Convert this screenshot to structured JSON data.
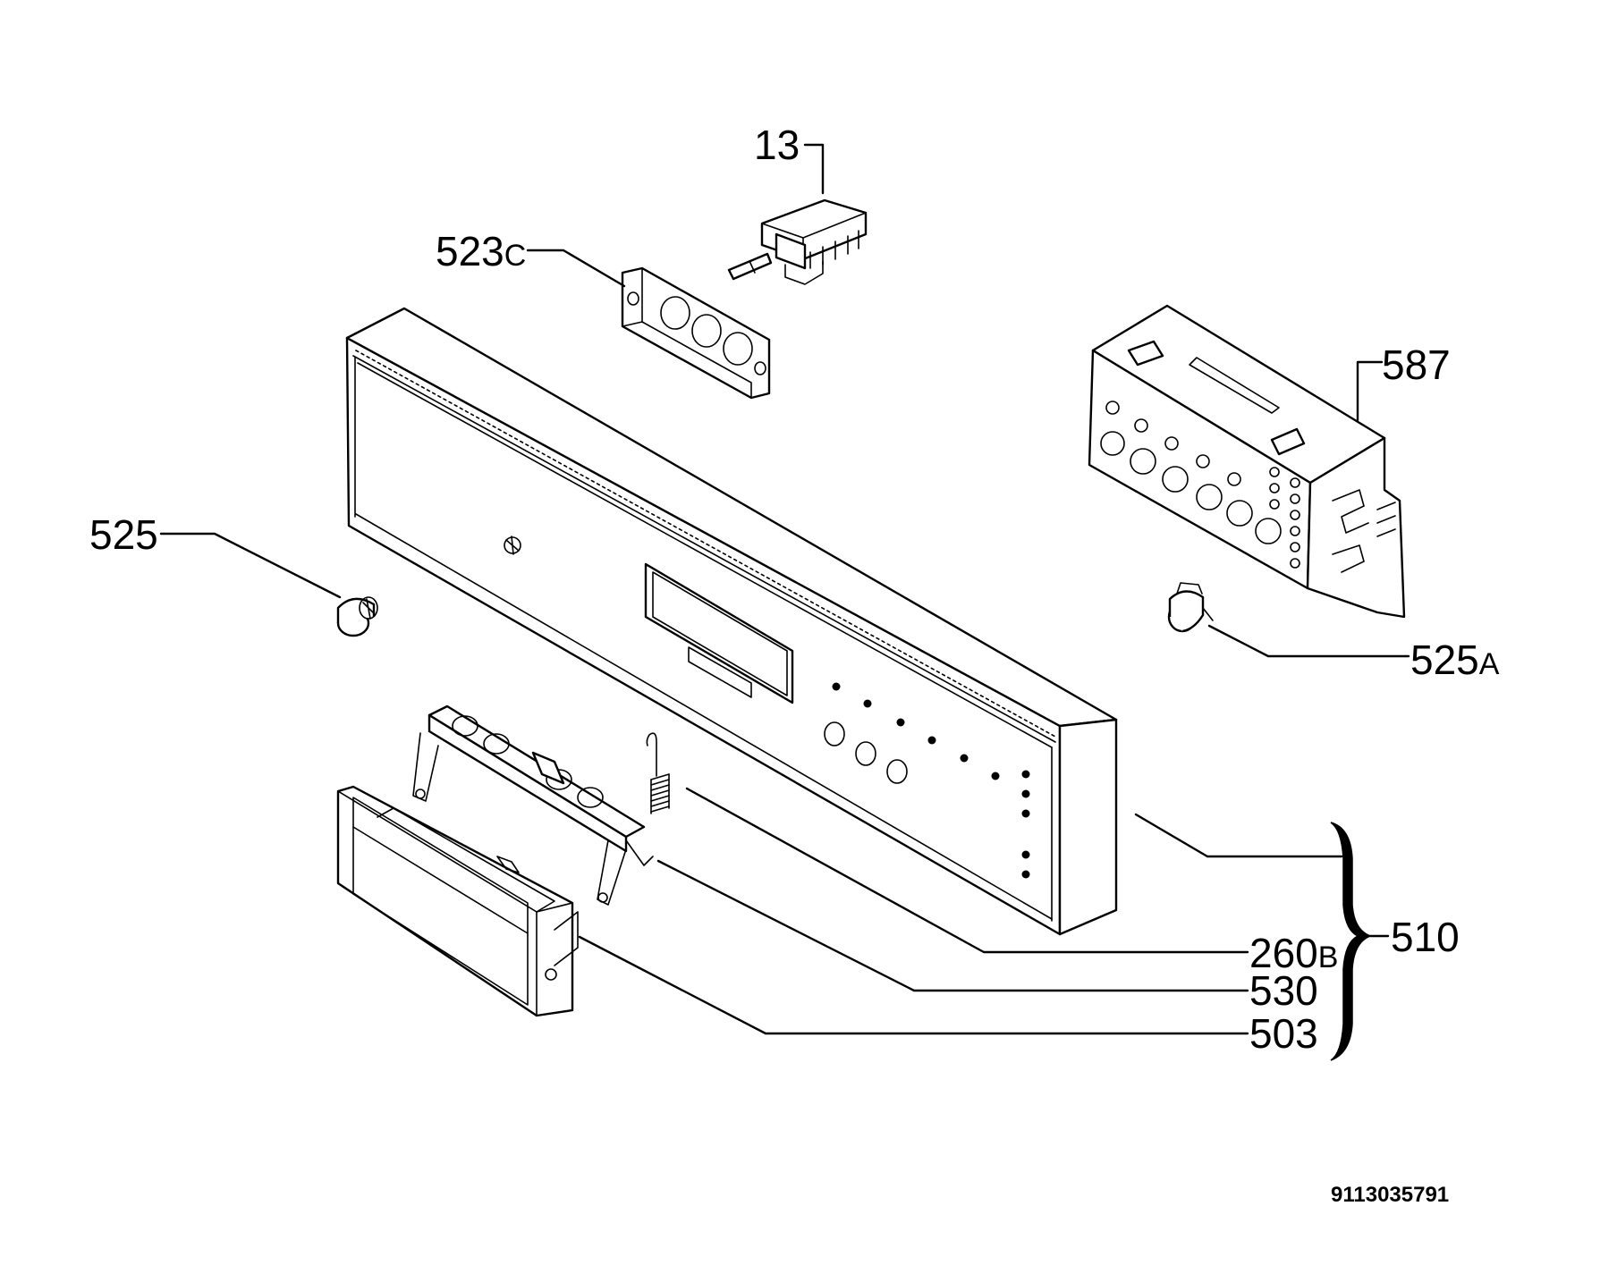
{
  "diagram": {
    "labels": {
      "p13": "13",
      "p523": {
        "num": "523",
        "suffix": "C"
      },
      "p525": "525",
      "p587": "587",
      "p525a": {
        "num": "525",
        "suffix": "A"
      },
      "p510": "510",
      "p260": {
        "num": "260",
        "suffix": "B"
      },
      "p530": "530",
      "p503": "503"
    },
    "document_number": "9113035791"
  }
}
